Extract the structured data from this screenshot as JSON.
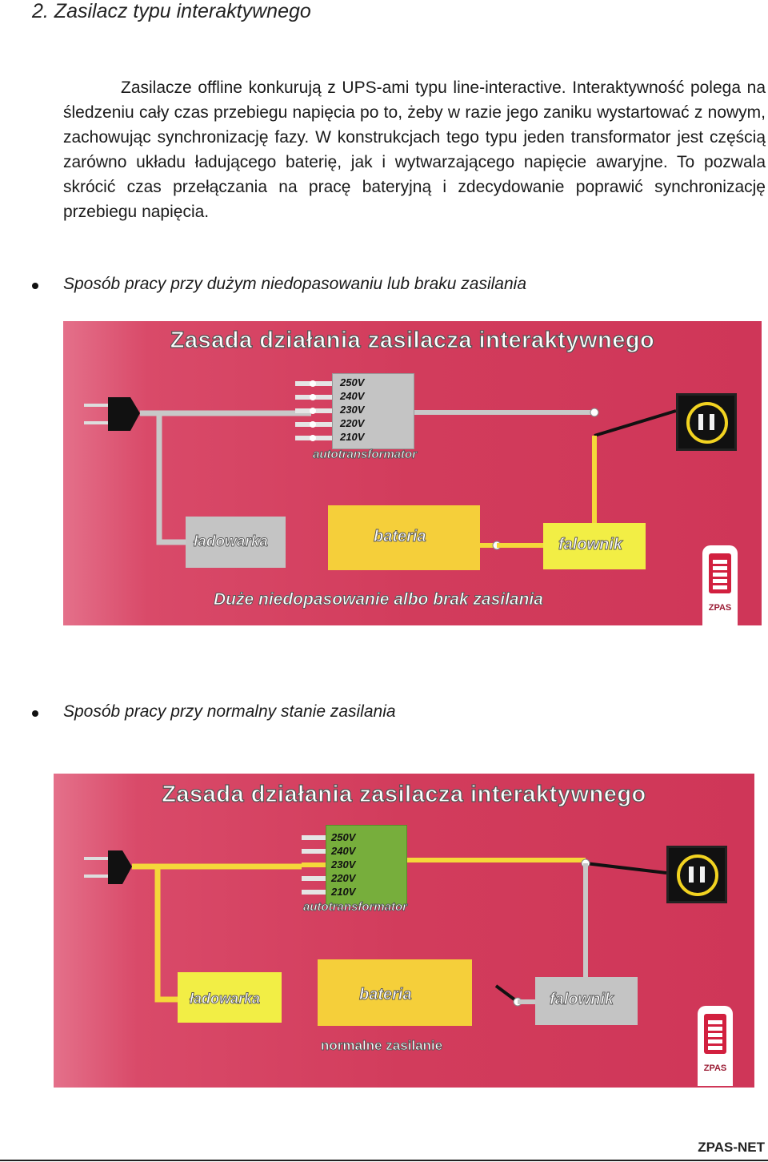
{
  "heading": "2.  Zasilacz typu interaktywnego",
  "paragraph": "Zasilacze offline konkurują z UPS-ami typu line-interactive. Interaktywność polega na śledzeniu cały czas przebiegu napięcia po to, żeby w razie jego zaniku wystartować z nowym, zachowując synchronizację fazy. W konstrukcjach tego typu jeden transformator jest częścią zarówno układu ładującego baterię, jak i wytwarzającego napięcie awaryjne. To pozwala skrócić czas przełączania na pracę bateryjną i zdecydowanie poprawić synchronizację przebiegu napięcia.",
  "bullet1": "Sposób pracy przy dużym niedopasowaniu lub braku zasilania",
  "bullet2": "Sposób pracy przy normalny stanie zasilania",
  "diagram1": {
    "title": "Zasada działania zasilacza interaktywnego",
    "voltages": [
      "250V",
      "240V",
      "230V",
      "220V",
      "210V"
    ],
    "autotransformer": "autotransformator",
    "charger": "ładowarka",
    "battery": "bateria",
    "inverter": "falownik",
    "caption": "Duże niedopasowanie albo brak zasilania",
    "logo": "ZPAS",
    "autotransformer_color": "#c4c4c4",
    "charger_color": "#c4c4c4",
    "battery_color": "#f5cf3a",
    "inverter_color": "#f2ee45"
  },
  "diagram2": {
    "title": "Zasada działania zasilacza interaktywnego",
    "voltages": [
      "250V",
      "240V",
      "230V",
      "220V",
      "210V"
    ],
    "autotransformer": "autotransformator",
    "charger": "ładowarka",
    "battery": "bateria",
    "inverter": "falownik",
    "caption": "normalne zasilanie",
    "logo": "ZPAS",
    "autotransformer_color": "#77ae3c",
    "charger_color": "#f2ee45",
    "battery_color": "#f5cf3a",
    "inverter_color": "#c4c4c4"
  },
  "footer": "ZPAS-NET"
}
